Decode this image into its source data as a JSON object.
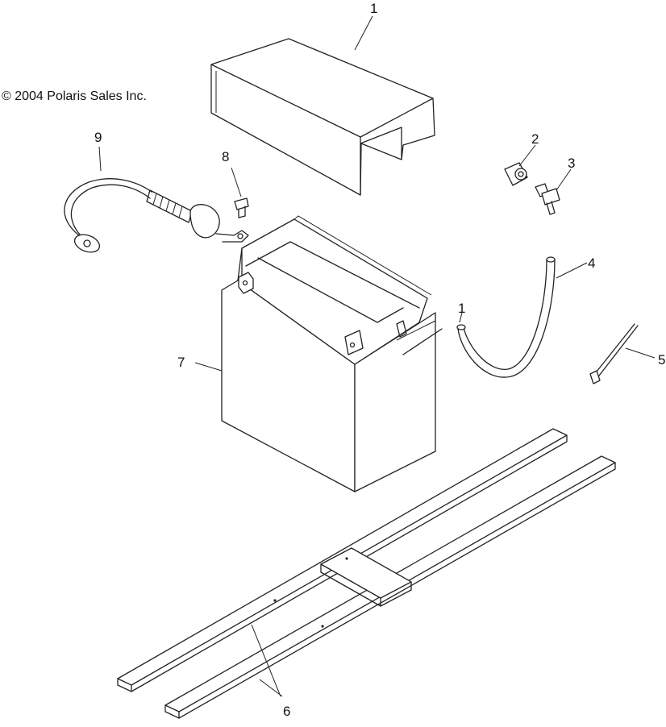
{
  "copyright": "© 2004 Polaris Sales Inc.",
  "callouts": {
    "c1": "1",
    "c1b": "1",
    "c2": "2",
    "c3": "3",
    "c4": "4",
    "c5": "5",
    "c6": "6",
    "c7": "7",
    "c8": "8",
    "c9": "9"
  }
}
